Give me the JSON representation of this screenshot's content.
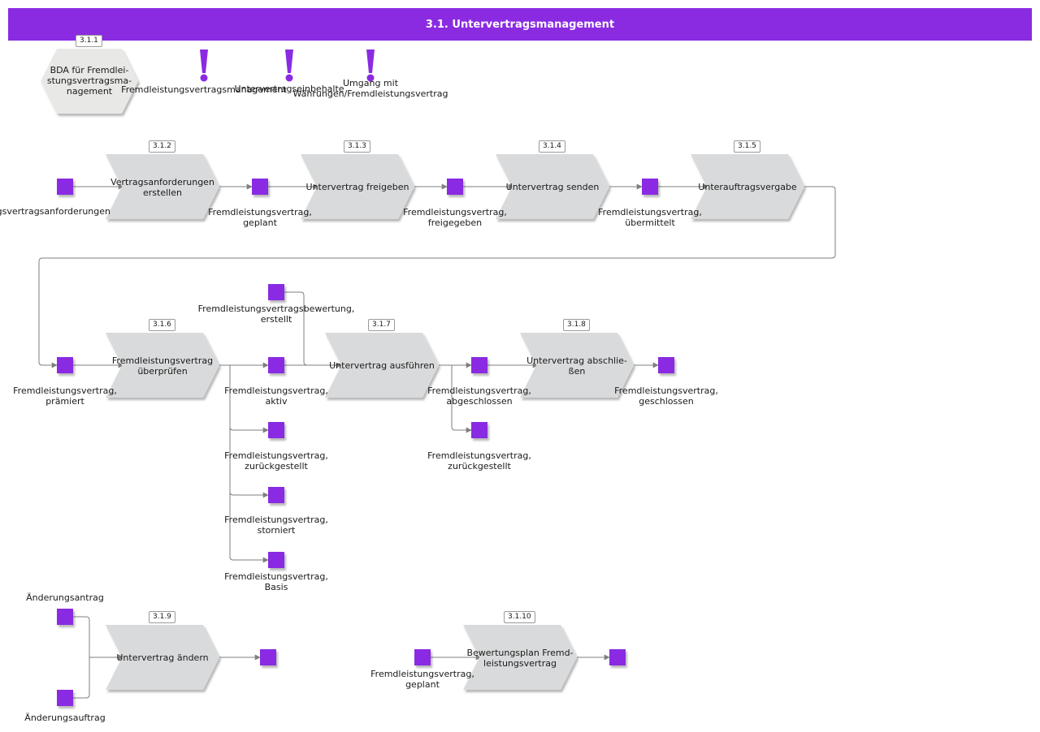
{
  "header": {
    "title": "3.1. Untervertragsmanagement"
  },
  "colors": {
    "accent": "#8a2be2",
    "shape_fill": "#d9dadb",
    "connector": "#7f7f7f"
  },
  "steps": {
    "s311": {
      "id": "3.1.1",
      "label": "BDA für Fremdlei-\nstungsvertragsma-\nnagement"
    },
    "s312": {
      "id": "3.1.2",
      "label": "Vertragsanforderungen\nerstellen"
    },
    "s313": {
      "id": "3.1.3",
      "label": "Untervertrag freigeben"
    },
    "s314": {
      "id": "3.1.4",
      "label": "Untervertrag senden"
    },
    "s315": {
      "id": "3.1.5",
      "label": "Unterauftragsvergabe"
    },
    "s316": {
      "id": "3.1.6",
      "label": "Fremdleistungsvertrag\nüberprüfen"
    },
    "s317": {
      "id": "3.1.7",
      "label": "Untervertrag ausführen"
    },
    "s318": {
      "id": "3.1.8",
      "label": "Untervertrag abschlie-\nßen"
    },
    "s319": {
      "id": "3.1.9",
      "label": "Untervertrag ändern"
    },
    "s3110": {
      "id": "3.1.10",
      "label": "Bewertungsplan Fremd-\nleistungsvertrag"
    }
  },
  "rules": {
    "r1": "Fremdleistungsvertragsmanagement",
    "r2": "Untervertragseinbehalte",
    "r3": "Umgang mit\nWährungen/Fremdleistungsvertrag"
  },
  "objects": {
    "o1": "Fremdleistungsvertragsanforderungen",
    "o2": "Fremdleistungsvertrag,\ngeplant",
    "o3": "Fremdleistungsvertrag,\nfreigegeben",
    "o4": "Fremdleistungsvertrag,\nübermittelt",
    "o5": "Fremdleistungsvertrag,\nprämiert",
    "o6": "Fremdleistungsvertragsbewertung,\nerstellt",
    "o7": "Fremdleistungsvertrag,\naktiv",
    "o8": "Fremdleistungsvertrag,\nabgeschlossen",
    "o9": "Fremdleistungsvertrag,\ngeschlossen",
    "o10": "Fremdleistungsvertrag,\nzurückgestellt",
    "o11": "Fremdleistungsvertrag,\nzurückgestellt",
    "o12": "Fremdleistungsvertrag,\nstorniert",
    "o13": "Fremdleistungsvertrag,\nBasis",
    "o14": "Änderungsantrag",
    "o15": "Änderungsauftrag",
    "o16": "Fremdleistungsvertrag,\ngeplant"
  }
}
